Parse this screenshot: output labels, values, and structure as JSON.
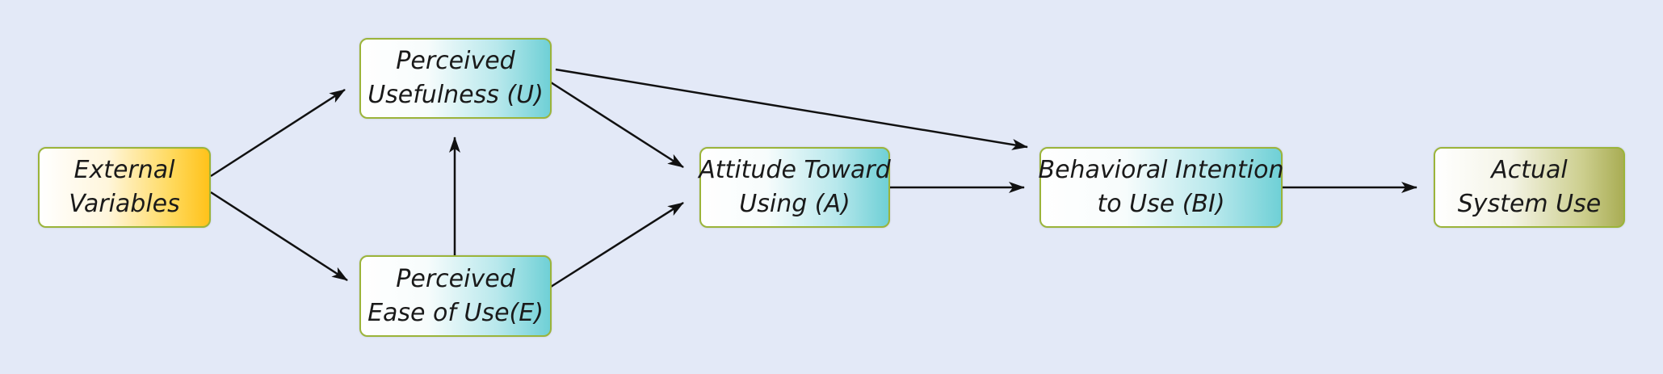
{
  "diagram": {
    "nodes": {
      "external": {
        "line1": "External",
        "line2": "Variables"
      },
      "usefulness": {
        "line1": "Perceived",
        "line2": "Usefulness (U)"
      },
      "ease": {
        "line1": "Perceived",
        "line2": "Ease of Use(E)"
      },
      "attitude": {
        "line1": "Attitude Toward",
        "line2": "Using (A)"
      },
      "intention": {
        "line1": "Behavioral Intention",
        "line2": "to Use (BI)"
      },
      "use": {
        "line1": "Actual",
        "line2": "System Use"
      }
    },
    "edges": [
      {
        "from": "external",
        "to": "usefulness"
      },
      {
        "from": "external",
        "to": "ease"
      },
      {
        "from": "ease",
        "to": "usefulness"
      },
      {
        "from": "usefulness",
        "to": "attitude"
      },
      {
        "from": "ease",
        "to": "attitude"
      },
      {
        "from": "usefulness",
        "to": "intention"
      },
      {
        "from": "attitude",
        "to": "intention"
      },
      {
        "from": "intention",
        "to": "use"
      }
    ],
    "colors": {
      "background": "#e3e9f7",
      "border": "#9bb43a",
      "accent_cyan": "#6fd0d6",
      "accent_gold": "#ffc21a",
      "accent_olive": "#a9ad54",
      "arrow": "#111111"
    }
  }
}
